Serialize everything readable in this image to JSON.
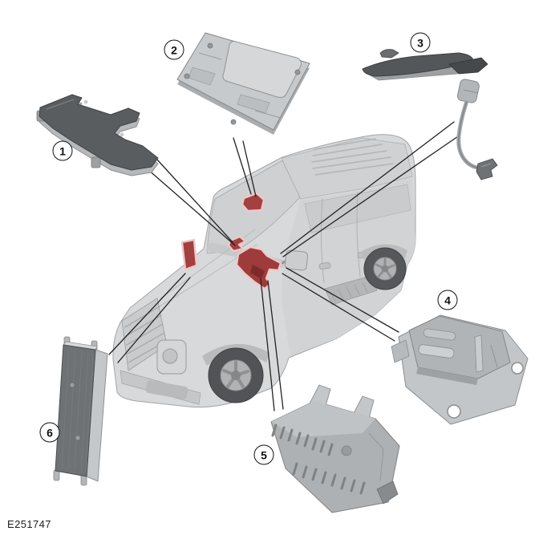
{
  "figure": {
    "code": "E251747"
  },
  "callouts": [
    {
      "label": "1"
    },
    {
      "label": "2"
    },
    {
      "label": "3"
    },
    {
      "label": "4"
    },
    {
      "label": "5"
    },
    {
      "label": "6"
    }
  ],
  "colors": {
    "highlight_red": "#a34040",
    "highlight_outline": "#eec8c8",
    "leader_line": "#222222",
    "vehicle_body": "#d8d9db",
    "part_dark": "#5a5d60"
  }
}
